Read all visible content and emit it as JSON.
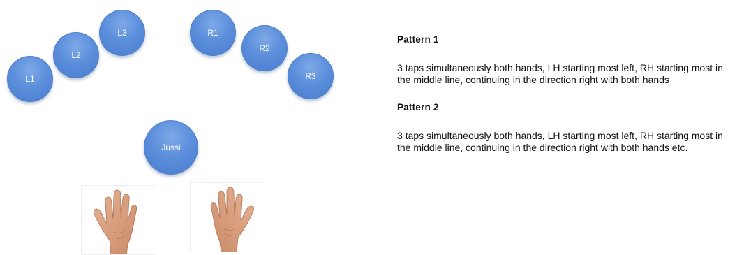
{
  "nodes": {
    "l1": "L1",
    "l2": "L2",
    "l3": "L3",
    "r1": "R1",
    "r2": "R2",
    "r3": "R3",
    "center": "Jussi"
  },
  "patterns": [
    {
      "title": "Pattern 1",
      "body": "3 taps simultaneously both hands, LH starting most left, RH starting most in the middle line, continuing in the direction right with both hands"
    },
    {
      "title": "Pattern 2",
      "body": "3 taps simultaneously both hands, LH starting most left, RH starting most in the middle line, continuing in the direction right with both hands etc."
    }
  ],
  "icons": {
    "left_hand": "left-hand-palm-image",
    "right_hand": "right-hand-palm-image"
  },
  "colors": {
    "node_fill": "#5b8fdc",
    "node_text": "#ffffff",
    "skin": "#d9a07e"
  }
}
